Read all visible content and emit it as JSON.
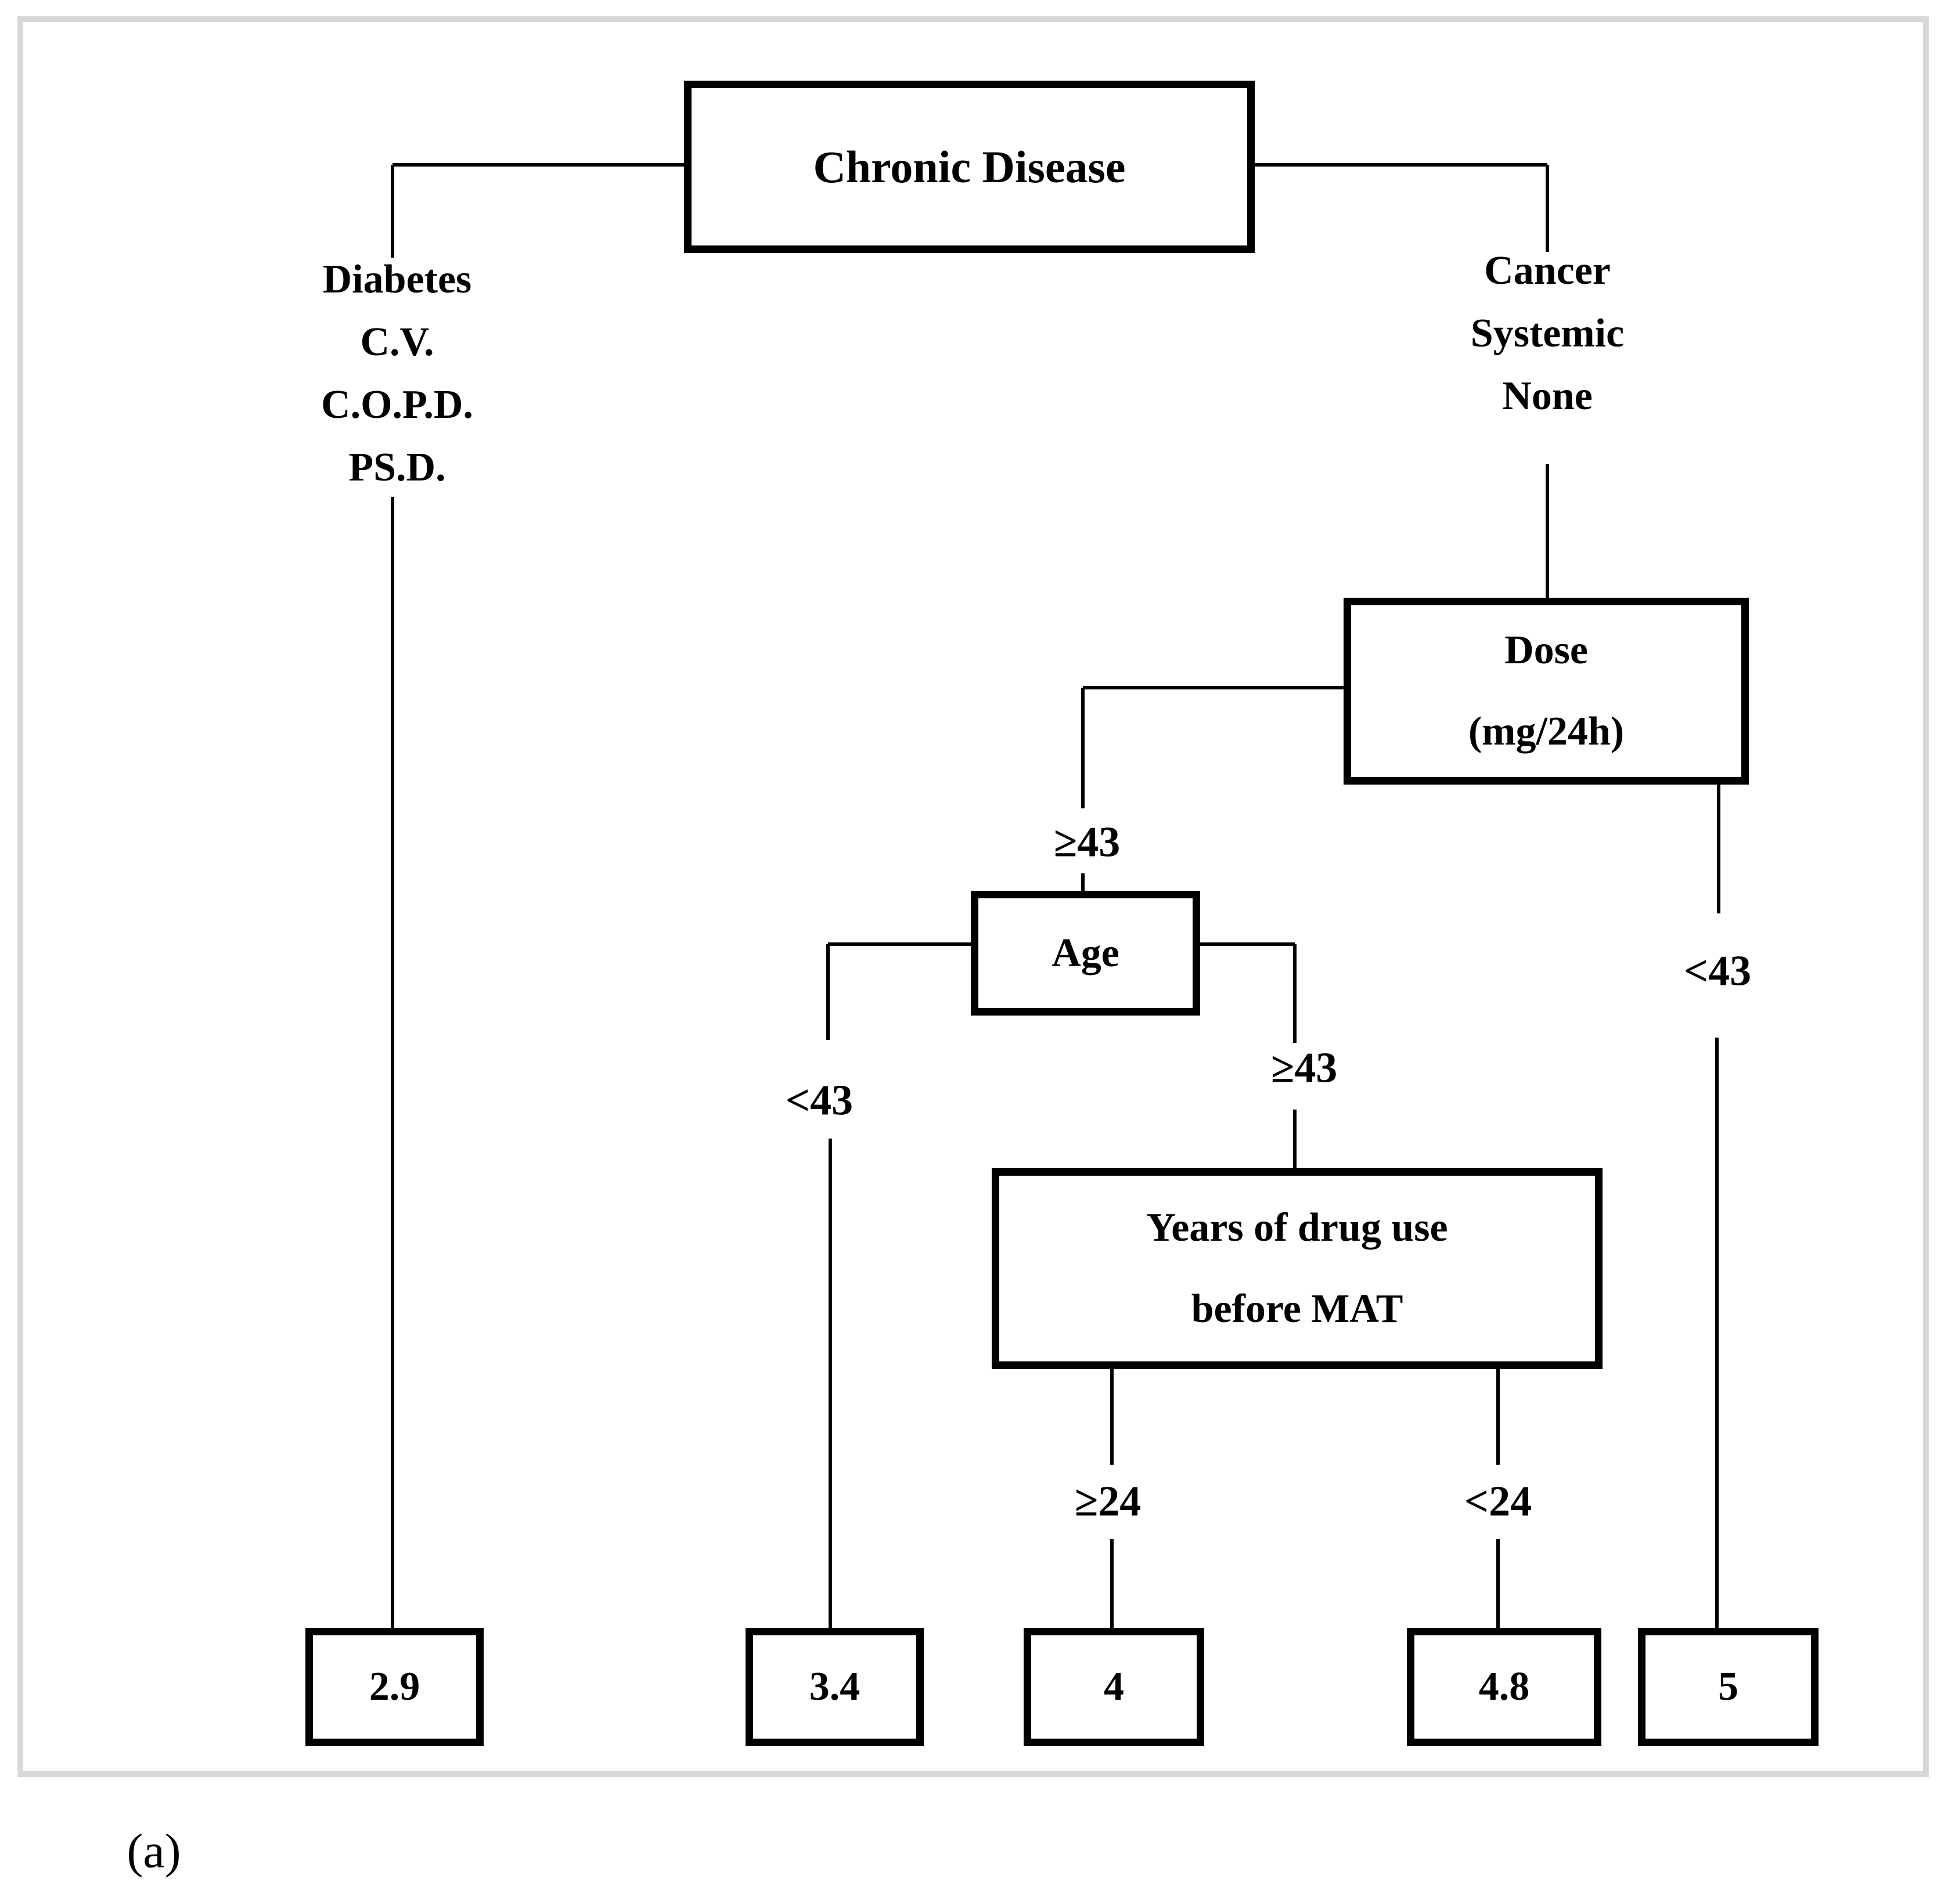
{
  "figure_label": "(a)",
  "diagram_type": "decision-tree",
  "nodes": {
    "root": "Chronic Disease",
    "dose_line1": "Dose",
    "dose_line2": "(mg/24h)",
    "age": "Age",
    "years_line1": "Years of drug use",
    "years_line2": "before MAT"
  },
  "branch_labels": {
    "left_group": [
      "Diabetes",
      "C.V.",
      "C.O.P.D.",
      "PS.D."
    ],
    "right_group": [
      "Cancer",
      "Systemic",
      "None"
    ],
    "dose_left": "≥43",
    "dose_right": "<43",
    "age_left": "<43",
    "age_right": "≥43",
    "years_left": "≥24",
    "years_right": "<24"
  },
  "leaves": [
    "2.9",
    "3.4",
    "4",
    "4.8",
    "5"
  ],
  "edges": [
    {
      "from": "Chronic Disease",
      "label": "Diabetes / C.V. / C.O.P.D. / PS.D.",
      "to": "2.9"
    },
    {
      "from": "Chronic Disease",
      "label": "Cancer / Systemic / None",
      "to": "Dose (mg/24h)"
    },
    {
      "from": "Dose (mg/24h)",
      "label": "≥43",
      "to": "Age"
    },
    {
      "from": "Dose (mg/24h)",
      "label": "<43",
      "to": "5"
    },
    {
      "from": "Age",
      "label": "<43",
      "to": "3.4"
    },
    {
      "from": "Age",
      "label": "≥43",
      "to": "Years of drug use before MAT"
    },
    {
      "from": "Years of drug use before MAT",
      "label": "≥24",
      "to": "4"
    },
    {
      "from": "Years of drug use before MAT",
      "label": "<24",
      "to": "4.8"
    }
  ],
  "colors": {
    "line": "#000000",
    "text": "#000000",
    "frame": "#d8d8d8",
    "background": "#ffffff"
  }
}
